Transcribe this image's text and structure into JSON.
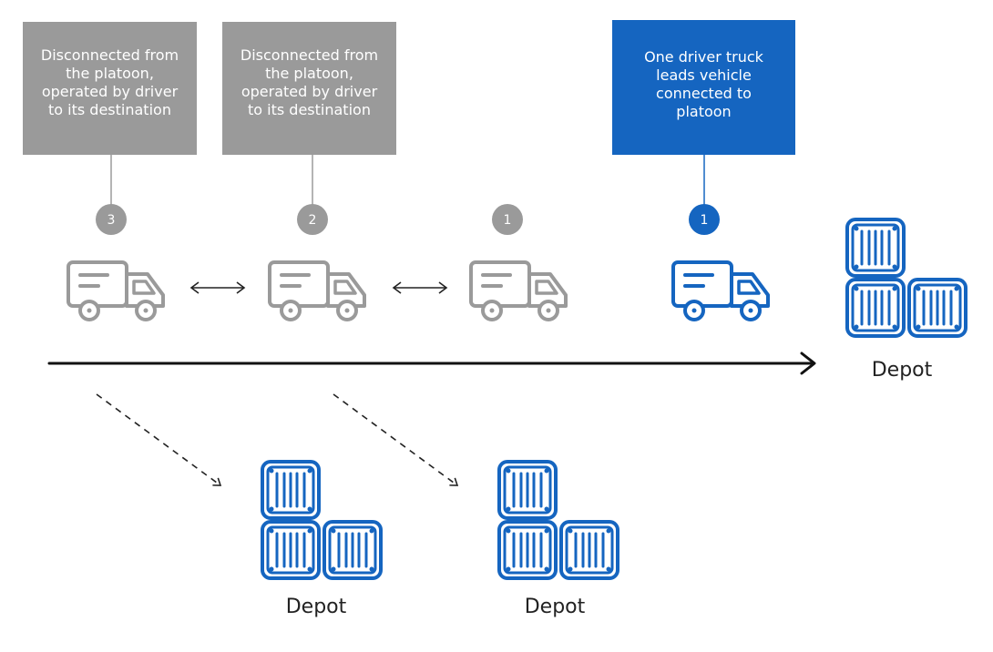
{
  "callouts": [
    {
      "lines": [
        "Disconnected from",
        "the platoon,",
        "operated by driver",
        "to its destination"
      ],
      "style": "gray"
    },
    {
      "lines": [
        "Disconnected from",
        "the platoon,",
        "operated by driver",
        "to its destination"
      ],
      "style": "gray"
    },
    {
      "lines": [
        "One driver truck",
        "leads vehicle",
        "connected to",
        "platoon"
      ],
      "style": "blue"
    }
  ],
  "badges": [
    "3",
    "2",
    "1",
    "1"
  ],
  "depots": [
    "Depot",
    "Depot",
    "Depot"
  ],
  "colors": {
    "gray": "#9a9a9a",
    "blue": "#1565c0",
    "line": "#111111"
  },
  "icons": [
    "truck-icon",
    "double-arrow-icon",
    "container-stack-icon",
    "dashed-arrow-icon",
    "main-arrow-icon"
  ]
}
